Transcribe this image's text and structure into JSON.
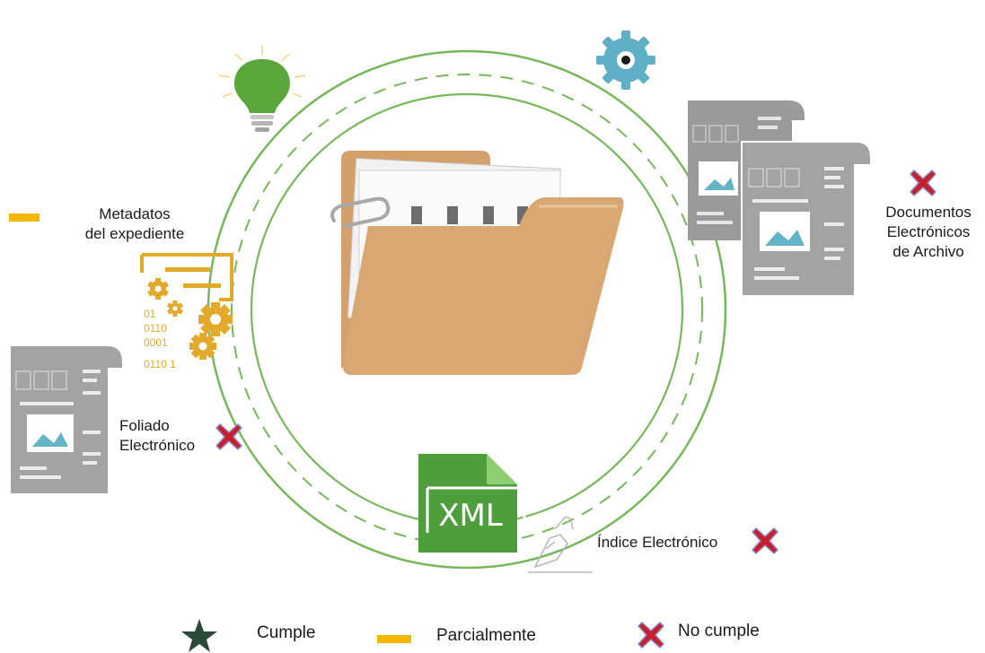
{
  "colors": {
    "ring_green": "#77b85a",
    "bulb_green": "#5aa63a",
    "gear_teal": "#5fb0c6",
    "metadata_gold": "#e3a92a",
    "doc_gray": "#9b9b9b",
    "folder_tan": "#d9a772",
    "xml_green": "#4f9e3c",
    "cross_red": "#c8202a",
    "star_navy": "#2b4a3a",
    "dash_yellow": "#f5b800"
  },
  "icons": {
    "bulb": "lightbulb-icon",
    "gear": "gear-icon",
    "folder": "folder-icon",
    "metadata": "metadata-gears-icon",
    "xml": "xml-file-icon",
    "signature": "pen-signature-icon"
  },
  "metadata_block": {
    "binary_lines": [
      "01",
      "0110",
      "0001",
      "0110 1"
    ]
  },
  "xml_label": "XML",
  "labels": {
    "metadatos": [
      "Metadatos",
      "del expediente"
    ],
    "documentos": [
      "Documentos",
      "Electrónicos",
      "de Archivo"
    ],
    "foliado": [
      "Foliado",
      "Electrónico"
    ],
    "indice": "Índice Electrónico"
  },
  "statuses": {
    "metadatos": "partial-dash-icon",
    "documentos": "cross-icon",
    "foliado": "cross-icon",
    "indice": "cross-icon"
  },
  "legend": {
    "cumple": "Cumple",
    "parcialmente": "Parcialmente",
    "no_cumple": "No cumple"
  }
}
